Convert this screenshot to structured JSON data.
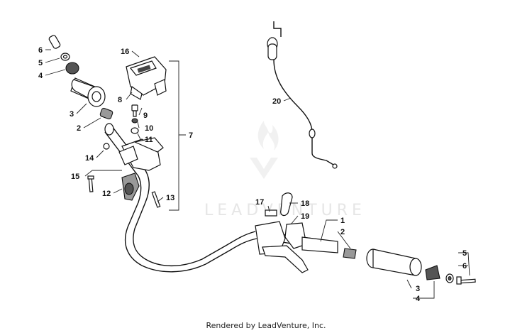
{
  "watermark": "LEADVENTURE",
  "footer": "Rendered by LeadVenture, Inc.",
  "callouts": [
    {
      "id": "c6a",
      "label": "6"
    },
    {
      "id": "c5a",
      "label": "5"
    },
    {
      "id": "c4a",
      "label": "4"
    },
    {
      "id": "c3a",
      "label": "3"
    },
    {
      "id": "c2a",
      "label": "2"
    },
    {
      "id": "c16",
      "label": "16"
    },
    {
      "id": "c8",
      "label": "8"
    },
    {
      "id": "c9",
      "label": "9"
    },
    {
      "id": "c10",
      "label": "10"
    },
    {
      "id": "c11",
      "label": "11"
    },
    {
      "id": "c7",
      "label": "7"
    },
    {
      "id": "c14",
      "label": "14"
    },
    {
      "id": "c15",
      "label": "15"
    },
    {
      "id": "c12",
      "label": "12"
    },
    {
      "id": "c13",
      "label": "13"
    },
    {
      "id": "c20",
      "label": "20"
    },
    {
      "id": "c17",
      "label": "17"
    },
    {
      "id": "c18",
      "label": "18"
    },
    {
      "id": "c19",
      "label": "19"
    },
    {
      "id": "c1",
      "label": "1"
    },
    {
      "id": "c2b",
      "label": "2"
    },
    {
      "id": "c5b",
      "label": "5"
    },
    {
      "id": "c6b",
      "label": "6"
    },
    {
      "id": "c3b",
      "label": "3"
    },
    {
      "id": "c4b",
      "label": "4"
    }
  ]
}
